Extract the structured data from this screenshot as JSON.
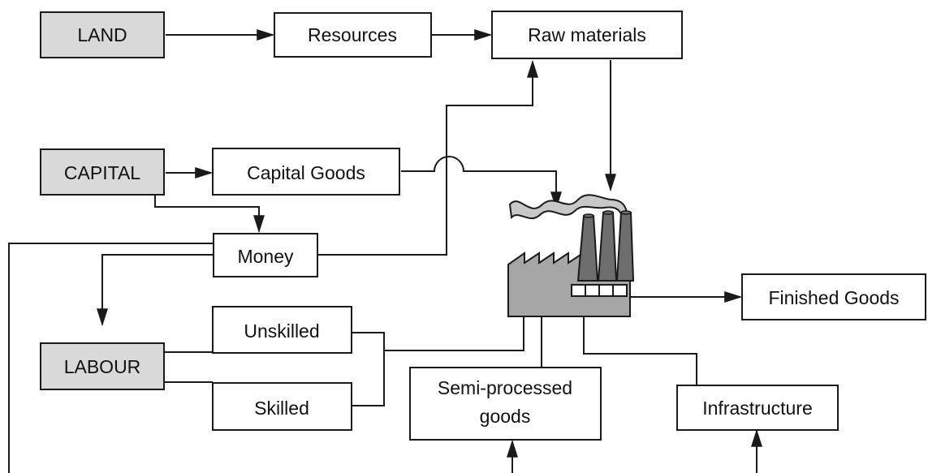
{
  "diagram": {
    "nodes": {
      "land": "LAND",
      "resources": "Resources",
      "raw_materials": "Raw materials",
      "capital": "CAPITAL",
      "capital_goods": "Capital Goods",
      "money": "Money",
      "labour": "LABOUR",
      "unskilled": "Unskilled",
      "skilled": "Skilled",
      "semi_processed_line1": "Semi-processed",
      "semi_processed_line2": "goods",
      "infrastructure": "Infrastructure",
      "finished_goods": "Finished Goods"
    },
    "colors": {
      "primary_factor_fill": "#d9d9d9",
      "box_fill": "#ffffff",
      "line": "#1a1a1a",
      "factory_fill": "#a6a6a6",
      "chimney_fill": "#6e6e6e",
      "smoke_fill": "#c8c8c8"
    },
    "icons": [
      "factory-icon"
    ]
  }
}
